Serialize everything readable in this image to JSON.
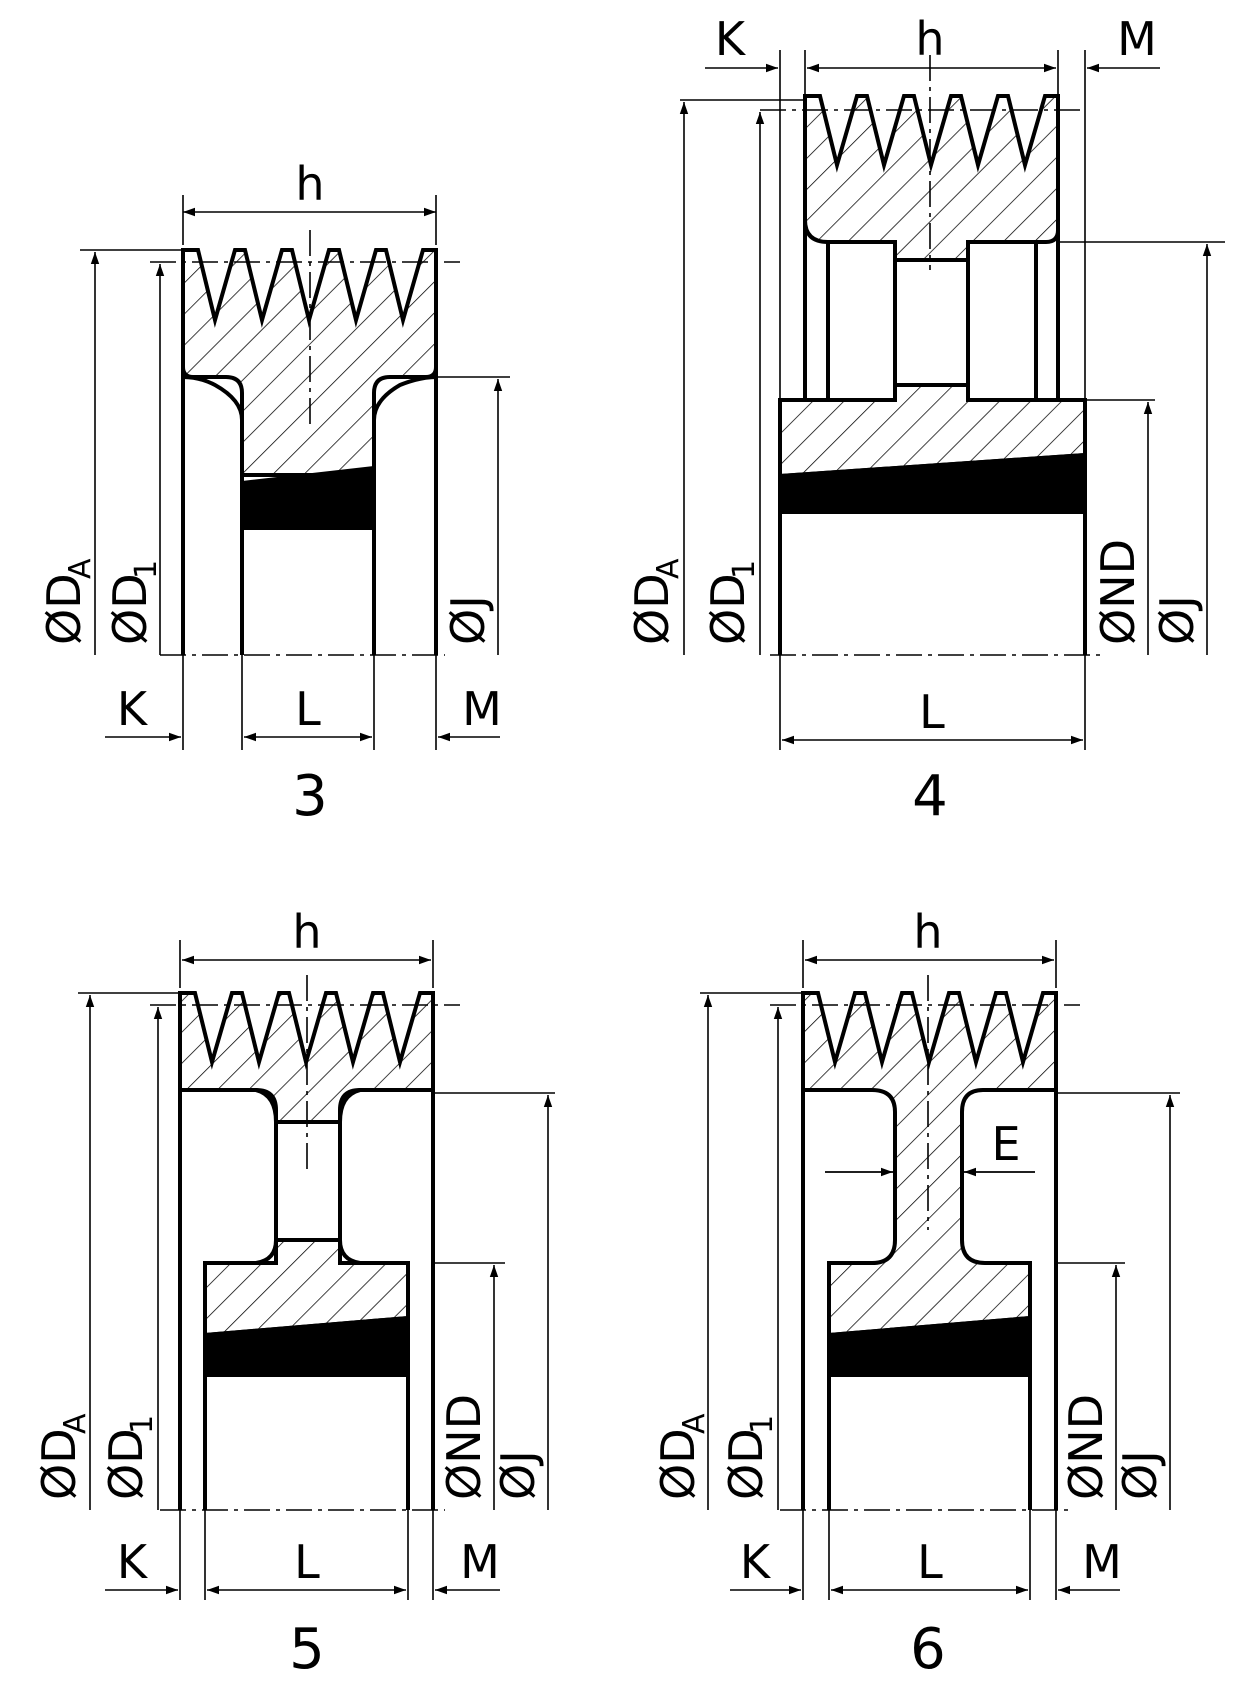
{
  "labels": {
    "diameter_outer": "ØD",
    "diameter_outer_sub": "A",
    "diameter_pitch": "ØD",
    "diameter_pitch_sub": "1",
    "diameter_hub": "ØJ",
    "diameter_bore": "ØND",
    "width": "h",
    "offset_left": "K",
    "offset_right": "M",
    "hub_length": "L",
    "web": "E"
  },
  "figures": [
    {
      "number": "3"
    },
    {
      "number": "4"
    },
    {
      "number": "5"
    },
    {
      "number": "6"
    }
  ]
}
